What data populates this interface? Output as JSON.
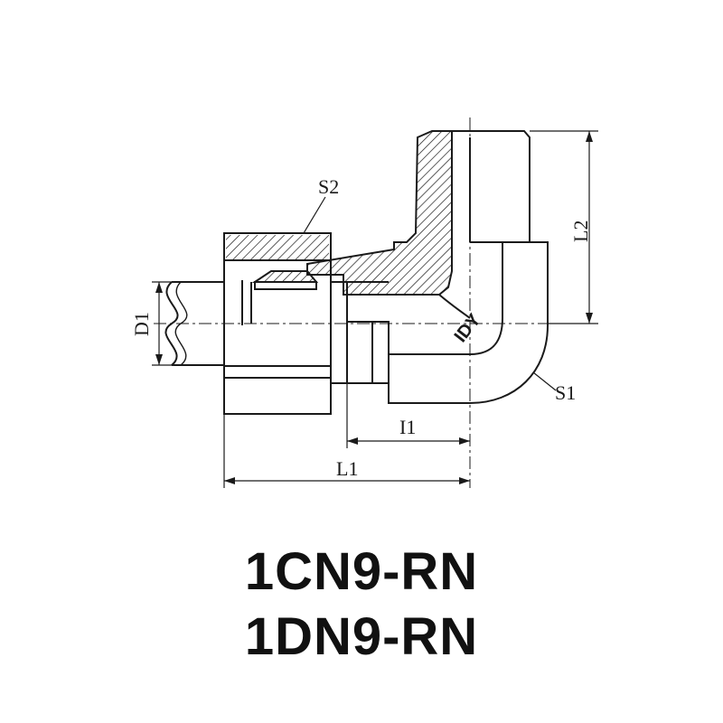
{
  "labels": {
    "s2": "S2",
    "s1": "S1",
    "d1": "D1",
    "l1": "L1",
    "l2": "L2",
    "i1": "I1",
    "brand": "IDY"
  },
  "codes": [
    "1CN9-RN",
    "1DN9-RN"
  ],
  "colors": {
    "line": "#1a1a1a",
    "background": "#ffffff"
  }
}
